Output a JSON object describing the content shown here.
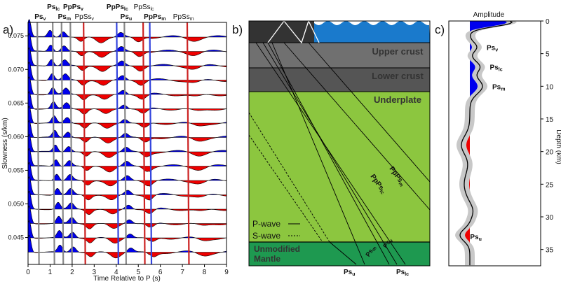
{
  "panel_a": {
    "letter": "a)",
    "xlabel": "Time Relative to P (s)",
    "ylabel": "Slowness (s/km)",
    "xticks": [
      "0",
      "1",
      "2",
      "3",
      "4",
      "5",
      "6",
      "7",
      "8",
      "9"
    ],
    "yticks": [
      "0.075",
      "0.070",
      "0.065",
      "0.060",
      "0.055",
      "0.050",
      "0.045"
    ],
    "phase_labels": [
      {
        "main": "Ps",
        "sub": "v",
        "t": 0.55,
        "row": 2,
        "bold": true
      },
      {
        "main": "Ps",
        "sub": "lc",
        "t": 1.15,
        "row": 1,
        "bold": true
      },
      {
        "main": "Ps",
        "sub": "m",
        "t": 1.65,
        "row": 2,
        "bold": true
      },
      {
        "main": "PpPs",
        "sub": "v",
        "t": 2.05,
        "row": 1,
        "bold": true
      },
      {
        "main": "PpSs",
        "sub": "v",
        "t": 2.55,
        "row": 2,
        "bold": false
      },
      {
        "main": "PpPs",
        "sub": "lc",
        "t": 4.05,
        "row": 1,
        "bold": true
      },
      {
        "main": "Ps",
        "sub": "u",
        "t": 4.45,
        "row": 2,
        "bold": true
      },
      {
        "main": "PpSs",
        "sub": "lc",
        "t": 5.25,
        "row": 1,
        "bold": false
      },
      {
        "main": "PpPs",
        "sub": "m",
        "t": 5.75,
        "row": 2,
        "bold": true
      },
      {
        "main": "PpSs",
        "sub": "m",
        "t": 7.05,
        "row": 2,
        "bold": false
      }
    ],
    "phase_lines": [
      {
        "t": 0.45,
        "color": "gray"
      },
      {
        "t": 1.15,
        "color": "gray"
      },
      {
        "t": 1.55,
        "color": "gray"
      },
      {
        "t": 1.95,
        "color": "gray"
      },
      {
        "t": 2.55,
        "color": "red"
      },
      {
        "t": 4.05,
        "color": "blue"
      },
      {
        "t": 4.4,
        "color": "gray"
      },
      {
        "t": 5.25,
        "color": "red"
      },
      {
        "t": 5.55,
        "color": "blue"
      },
      {
        "t": 7.25,
        "color": "red"
      }
    ]
  },
  "panel_b": {
    "letter": "b)",
    "layers": [
      "Upper crust",
      "Lower crust",
      "Underplate",
      "Unmodified Mantle"
    ],
    "legend_p": "P-wave",
    "legend_s": "S-wave",
    "ray_labels": [
      {
        "main": "PpPs",
        "sub": "m"
      },
      {
        "main": "PpPs",
        "sub": "lc"
      },
      {
        "main": "Ps",
        "sub": "v"
      },
      {
        "main": "Ps",
        "sub": "m"
      },
      {
        "main": "Ps",
        "sub": "u"
      },
      {
        "main": "Ps",
        "sub": "lc"
      }
    ]
  },
  "panel_c": {
    "letter": "c)",
    "title": "Amplitude",
    "ylabel": "Depth (km)",
    "yticks": [
      "0",
      "5",
      "10",
      "15",
      "20",
      "25",
      "30",
      "35"
    ],
    "labels": [
      {
        "main": "Ps",
        "sub": "v",
        "depth": 4
      },
      {
        "main": "Ps",
        "sub": "lc",
        "depth": 7
      },
      {
        "main": "Ps",
        "sub": "m",
        "depth": 10
      },
      {
        "main": "Ps",
        "sub": "u",
        "depth": 33
      }
    ]
  },
  "colors": {
    "positive": "#0000ee",
    "negative": "#ee0000",
    "sea": "#1a7acc",
    "land": "#333333",
    "upper_crust": "#707070",
    "lower_crust": "#555555",
    "underplate": "#8cc63f",
    "mantle": "#1e9950"
  }
}
